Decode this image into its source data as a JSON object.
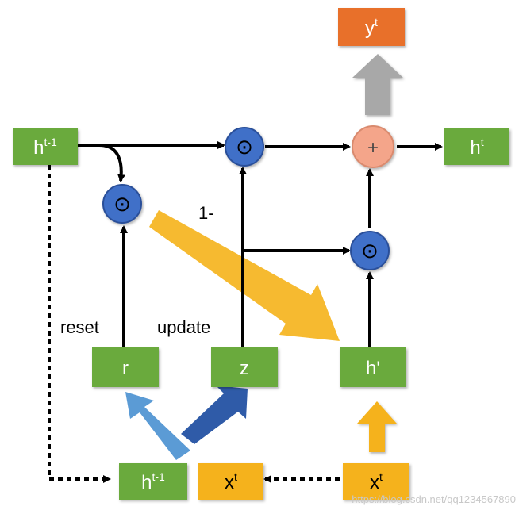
{
  "nodes": {
    "h_prev_top": {
      "text": "h",
      "sup": "t-1"
    },
    "y_out": {
      "text": "y",
      "sup": "t"
    },
    "h_out": {
      "text": "h",
      "sup": "t"
    },
    "r_gate": {
      "text": "r"
    },
    "z_gate": {
      "text": "z"
    },
    "h_candidate": {
      "text": "h'"
    },
    "h_prev_bottom": {
      "text": "h",
      "sup": "t-1"
    },
    "x_in_left": {
      "text": "x",
      "sup": "t"
    },
    "x_in_right": {
      "text": "x",
      "sup": "t"
    }
  },
  "operators": {
    "hadamard_symbol": "⊙",
    "add_symbol": "+"
  },
  "labels": {
    "reset": "reset",
    "update": "update",
    "one_minus": "1-"
  },
  "watermark": "https://blog.csdn.net/qq1234567890",
  "colors": {
    "green": "#6aaa3e",
    "orange": "#e8702a",
    "yellow": "#f5b21a",
    "blue_circle": "#3f6fc8",
    "salmon_circle": "#f4a58a",
    "gray_arrow": "#a8a8a8",
    "light_blue_arrow": "#5b9bd5",
    "dark_blue_arrow": "#2f5ba8"
  }
}
